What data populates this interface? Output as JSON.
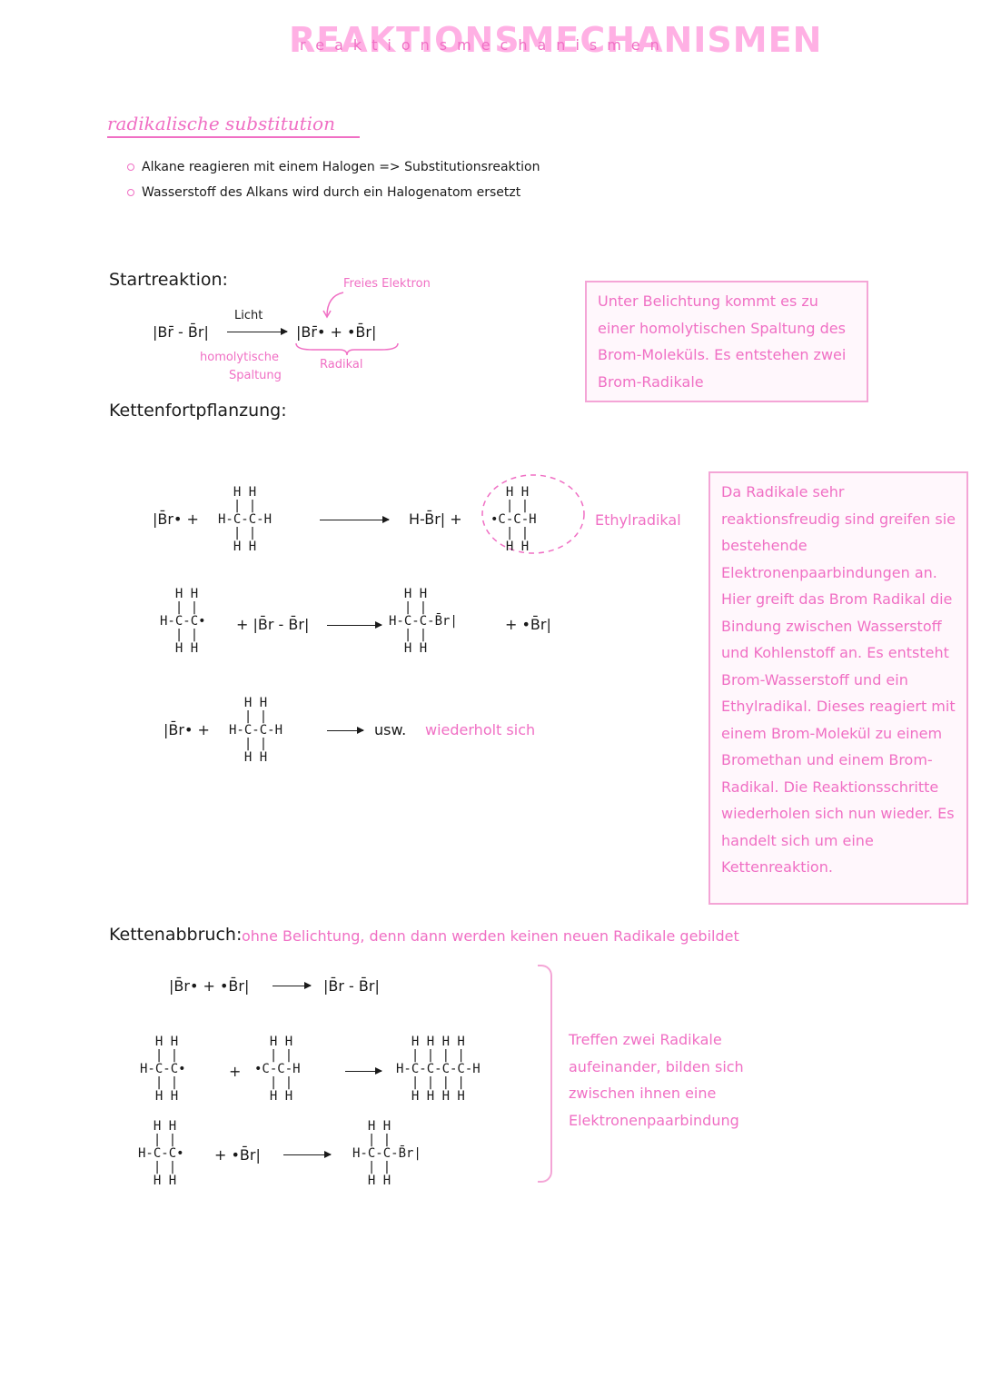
{
  "title": "REAKTIONSMECHANISMEN",
  "title_overlay": "reaktionsmechanismen",
  "subtitle": "radikalische substitution",
  "bullets": [
    "Alkane reagieren mit einem Halogen => Substitutionsreaktion",
    "Wasserstoff des Alkans wird durch ein Halogenatom ersetzt"
  ],
  "start": {
    "heading": "Startreaktion:",
    "reactant": "|Br̄ - B̄r|",
    "arrow_label": "Licht",
    "products": "|Br̄• + •B̄r|",
    "label_free_electron": "Freies Elektron",
    "label_cleavage_1": "homolytische",
    "label_cleavage_2": "Spaltung",
    "label_radical": "Radikal",
    "note": "Unter Belichtung kommt es zu einer homolytischen Spaltung des Brom-Moleküls. Es entstehen zwei Brom-Radikale"
  },
  "propagation": {
    "heading": "Kettenfortpflanzung:",
    "r1_left_br": "|B̄r• +",
    "ethane": "  H H\n  | |\nH-C-C-H\n  | |\n  H H",
    "r1_product_hbr": "H-B̄r|  +",
    "ethyl_radical": "  H H\n  | |\n•C-C-H\n  | |\n  H H",
    "ethyl_label": "Ethylradikal",
    "ethyl_left": "  H H\n  | |\nH-C-C•\n  | |\n  H H",
    "r2_br2": "+ |B̄r - B̄r|",
    "bromoethane": "  H H\n  | |\nH-C-C-B̄r|\n  | |\n  H H",
    "r2_product_br": "+ •B̄r|",
    "r3_left_br": "|B̄r• +",
    "usw": "usw.",
    "repeat_label": "wiederholt sich",
    "note": "Da Radikale sehr reaktionsfreudig sind greifen sie bestehende Elektronenpaarbindungen an. Hier greift das Brom Radikal die Bindung zwischen Wasserstoff und Kohlenstoff an. Es entsteht Brom-Wasserstoff und ein Ethylradikal. Dieses reagiert mit einem Brom-Molekül zu einem Bromethan und einem Brom-Radikal. Die Reaktionsschritte wiederholen sich nun wieder. Es handelt sich um eine Kettenreaktion."
  },
  "termination": {
    "heading": "Kettenabbruch:",
    "heading_note": "ohne Belichtung, denn dann werden keinen neuen Radikale gebildet",
    "t1_left": "|B̄r• + •B̄r|",
    "t1_right": "|B̄r - B̄r|",
    "ethyl_left": "  H H\n  | |\nH-C-C•\n  | |\n  H H",
    "plus": "+",
    "ethyl_right": "  H H\n  | |\n•C-C-H\n  | |\n  H H",
    "butane": "  H H H H\n  | | | |\nH-C-C-C-C-H\n  | | | |\n  H H H H",
    "t3_br": "+ •B̄r|",
    "bromoethane": "  H H\n  | |\nH-C-C-B̄r|\n  | |\n  H H",
    "note": "Treffen zwei Radikale aufeinander, bilden sich zwischen ihnen eine Elektronenpaarbindung"
  }
}
